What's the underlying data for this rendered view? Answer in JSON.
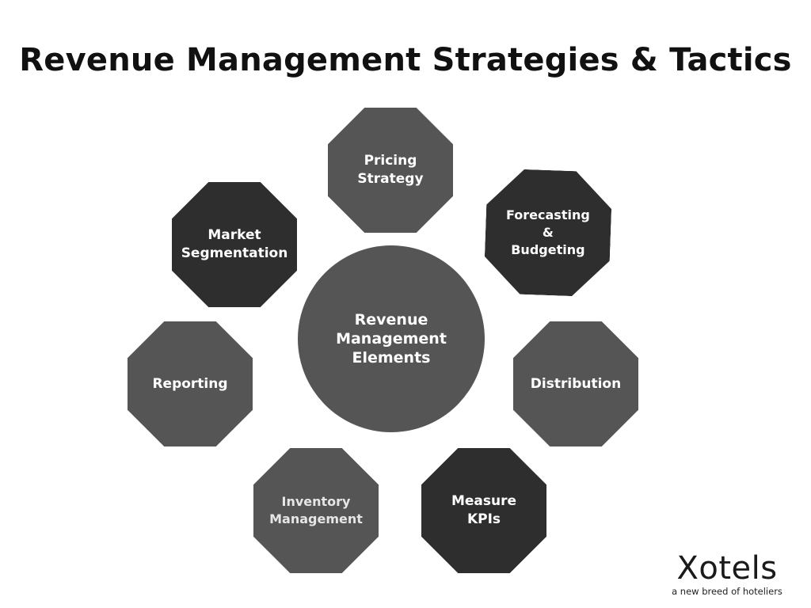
{
  "title": "Revenue Management Strategies & Tactics",
  "center": {
    "label": "Revenue\nManagement\nElements"
  },
  "nodes": {
    "pricing": {
      "label": "Pricing\nStrategy",
      "color": "#555555"
    },
    "forecasting": {
      "label": "Forecasting\n&\nBudgeting",
      "color": "#2e2e2e"
    },
    "market": {
      "label": "Market\nSegmentation",
      "color": "#2e2e2e"
    },
    "reporting": {
      "label": "Reporting",
      "color": "#555555"
    },
    "distribution": {
      "label": "Distribution",
      "color": "#555555"
    },
    "inventory": {
      "label": "Inventory\nManagement",
      "color": "#555555"
    },
    "kpis": {
      "label": "Measure\nKPIs",
      "color": "#2e2e2e"
    }
  },
  "brand": {
    "name": "Xotels",
    "tagline": "a new breed of hoteliers"
  }
}
